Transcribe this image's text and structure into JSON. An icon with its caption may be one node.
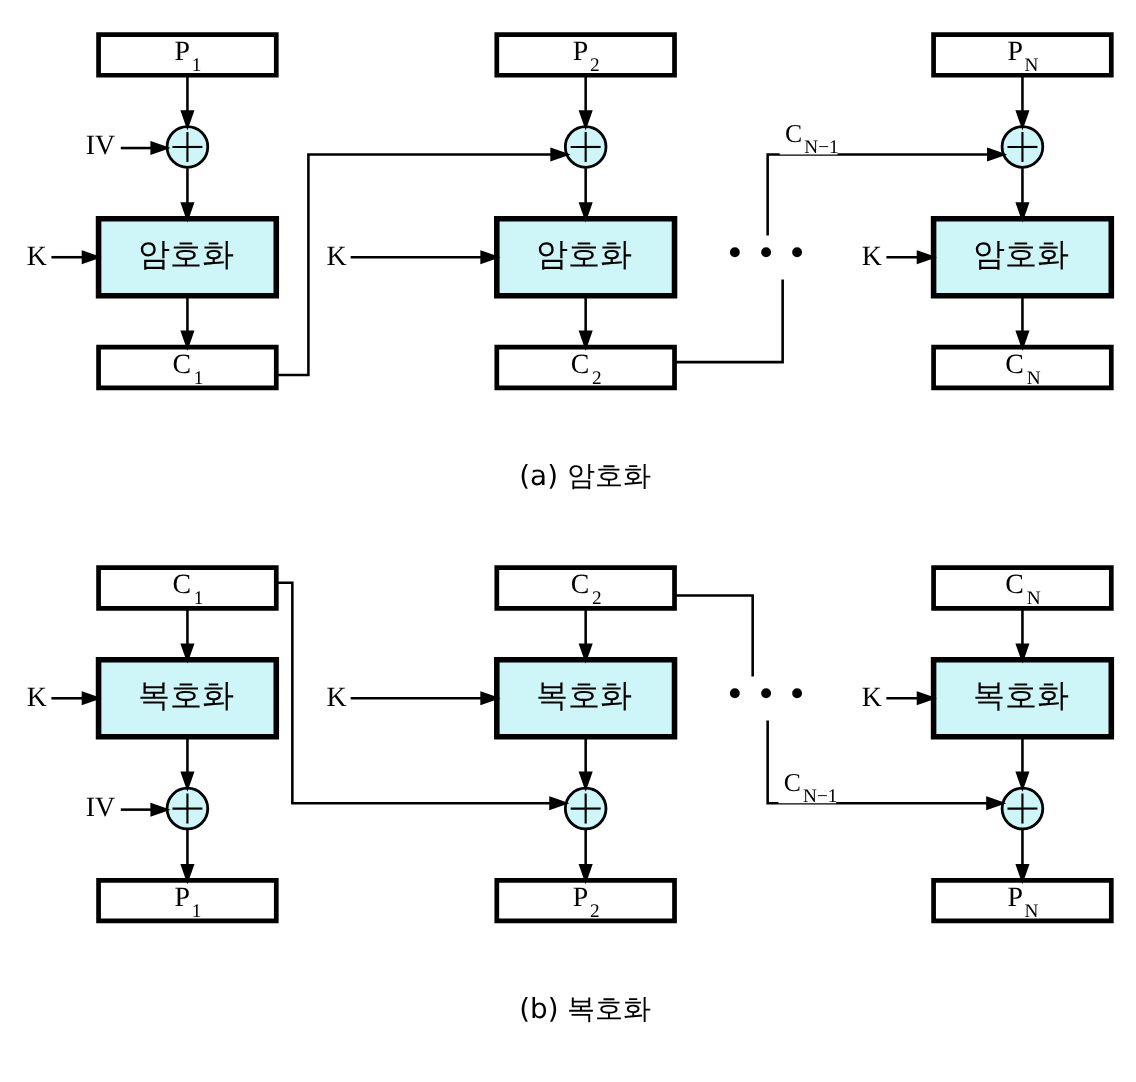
{
  "diagram": {
    "nodes": [
      {
        "text": [
          "P$_{1}$"
        ]
      },
      {
        "text": [
          "P$_{2}$"
        ]
      },
      {
        "text": [
          "P$_{N}$"
        ]
      },
      {
        "text": [
          "IV"
        ]
      },
      {
        "text": [],
        "shape": "circle"
      },
      {
        "text": [],
        "shape": "circle"
      },
      {
        "text": [],
        "shape": "circle"
      },
      {
        "text": [
          "K"
        ]
      },
      {
        "text": [
          "암호화"
        ]
      },
      {
        "text": [
          "K"
        ]
      },
      {
        "text": [
          "암호화"
        ]
      },
      {
        "text": [
          "K"
        ]
      },
      {
        "text": [
          "암호화"
        ]
      },
      {
        "text": [
          "• • •"
        ]
      },
      {
        "text": [
          "C$_{1}$"
        ]
      },
      {
        "text": [
          "C$_{2}$"
        ]
      },
      {
        "text": [
          "C$_{N}$"
        ]
      },
      {
        "text": [
          "C$_{1}$"
        ]
      },
      {
        "text": [
          "C$_{2}$"
        ]
      },
      {
        "text": [
          "C$_{N}$"
        ]
      },
      {
        "text": [
          "K"
        ]
      },
      {
        "text": [
          "복호화"
        ]
      },
      {
        "text": [
          "K"
        ]
      },
      {
        "text": [
          "복호화"
        ]
      },
      {
        "text": [
          "K"
        ]
      },
      {
        "text": [
          "복호화"
        ]
      },
      {
        "text": [
          "• • •"
        ]
      },
      {
        "text": [
          "IV"
        ]
      },
      {
        "text": [],
        "shape": "circle"
      },
      {
        "text": [],
        "shape": "circle"
      },
      {
        "text": [],
        "shape": "circle"
      },
      {
        "text": [
          "P$_{1}$"
        ]
      },
      {
        "text": [
          "P$_{2}$"
        ]
      },
      {
        "text": [
          "P$_{N}$"
        ]
      }
    ],
    "edges": [
      {
        "from": 0,
        "to": 4,
        "arrow": "to"
      },
      {
        "from": 3,
        "to": 4,
        "arrow": "to"
      },
      {
        "from": 4,
        "to": 8,
        "arrow": "to"
      },
      {
        "from": 7,
        "to": 8,
        "arrow": "to"
      },
      {
        "from": 8,
        "to": 14,
        "arrow": "to"
      },
      {
        "from": 14,
        "to": 5,
        "arrow": "to"
      },
      {
        "from": 1,
        "to": 5,
        "arrow": "to"
      },
      {
        "from": 5,
        "to": 10,
        "arrow": "to"
      },
      {
        "from": 9,
        "to": 10,
        "arrow": "to"
      },
      {
        "from": 10,
        "to": 15,
        "arrow": "to"
      },
      {
        "from": 15,
        "to": 13,
        "arrow": "none"
      },
      {
        "from": 13,
        "to": 6,
        "arrow": "to",
        "label": "C$_{N−1}$"
      },
      {
        "from": 2,
        "to": 6,
        "arrow": "to"
      },
      {
        "from": 6,
        "to": 12,
        "arrow": "to"
      },
      {
        "from": 11,
        "to": 12,
        "arrow": "to"
      },
      {
        "from": 12,
        "to": 16,
        "arrow": "to"
      },
      {
        "from": 17,
        "to": 21,
        "arrow": "to"
      },
      {
        "from": 20,
        "to": 21,
        "arrow": "to"
      },
      {
        "from": 21,
        "to": 28,
        "arrow": "to"
      },
      {
        "from": 27,
        "to": 28,
        "arrow": "to"
      },
      {
        "from": 28,
        "to": 31,
        "arrow": "to"
      },
      {
        "from": 17,
        "to": 29,
        "arrow": "to"
      },
      {
        "from": 18,
        "to": 23,
        "arrow": "to"
      },
      {
        "from": 22,
        "to": 23,
        "arrow": "to"
      },
      {
        "from": 23,
        "to": 29,
        "arrow": "to"
      },
      {
        "from": 29,
        "to": 32,
        "arrow": "to"
      },
      {
        "from": 18,
        "to": 26,
        "arrow": "none"
      },
      {
        "from": 26,
        "to": 30,
        "arrow": "to",
        "label": "C$_{N−1}$"
      },
      {
        "from": 19,
        "to": 25,
        "arrow": "to"
      },
      {
        "from": 24,
        "to": 25,
        "arrow": "to"
      },
      {
        "from": 25,
        "to": 30,
        "arrow": "to"
      },
      {
        "from": 30,
        "to": 33,
        "arrow": "to"
      }
    ],
    "labels": [
      "(a) 암호화",
      "(b) 복호화"
    ]
  }
}
